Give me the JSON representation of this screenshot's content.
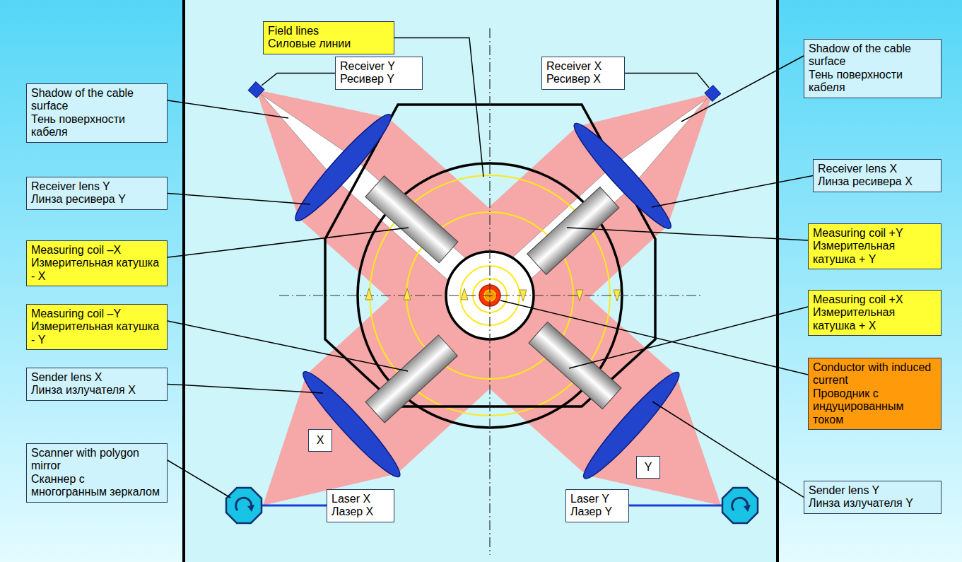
{
  "diagram": {
    "nodes": [
      {
        "text": [
          "Field lines",
          "Силовые линии"
        ]
      },
      {
        "text": [
          "Receiver Y",
          "Ресивер Y"
        ]
      },
      {
        "text": [
          "Receiver X",
          "Ресивер X"
        ]
      },
      {
        "text": [
          "Shadow of the cable surface",
          "Тень поверхности кабеля"
        ]
      },
      {
        "text": [
          "Receiver lens Y",
          "Линза ресивера Y"
        ]
      },
      {
        "text": [
          "Measuring coil –X",
          "Измерительная катушка - X"
        ]
      },
      {
        "text": [
          "Measuring coil –Y",
          "Измерительная катушка - Y"
        ]
      },
      {
        "text": [
          "Sender lens X",
          "Линза излучателя X"
        ]
      },
      {
        "text": [
          "Scanner with polygon mirror",
          "Сканнер с многогранным зеркалом"
        ]
      },
      {
        "text": [
          "Shadow of the cable surface",
          "Тень поверхности кабеля"
        ]
      },
      {
        "text": [
          "Receiver lens X",
          "Линза ресивера X"
        ]
      },
      {
        "text": [
          "Measuring coil +Y",
          "Измерительная катушка + Y"
        ]
      },
      {
        "text": [
          "Measuring coil +X",
          "Измерительная катушка + X"
        ]
      },
      {
        "text": [
          "Conductor with induced current",
          "Проводник с индуцированным током"
        ]
      },
      {
        "text": [
          "Sender lens Y",
          "Линза излучателя Y"
        ]
      },
      {
        "text": [
          "X"
        ]
      },
      {
        "text": [
          "Y"
        ]
      },
      {
        "text": [
          "Laser X",
          "Лазер X"
        ]
      },
      {
        "text": [
          "Laser Y",
          "Лазер Y"
        ]
      }
    ]
  }
}
